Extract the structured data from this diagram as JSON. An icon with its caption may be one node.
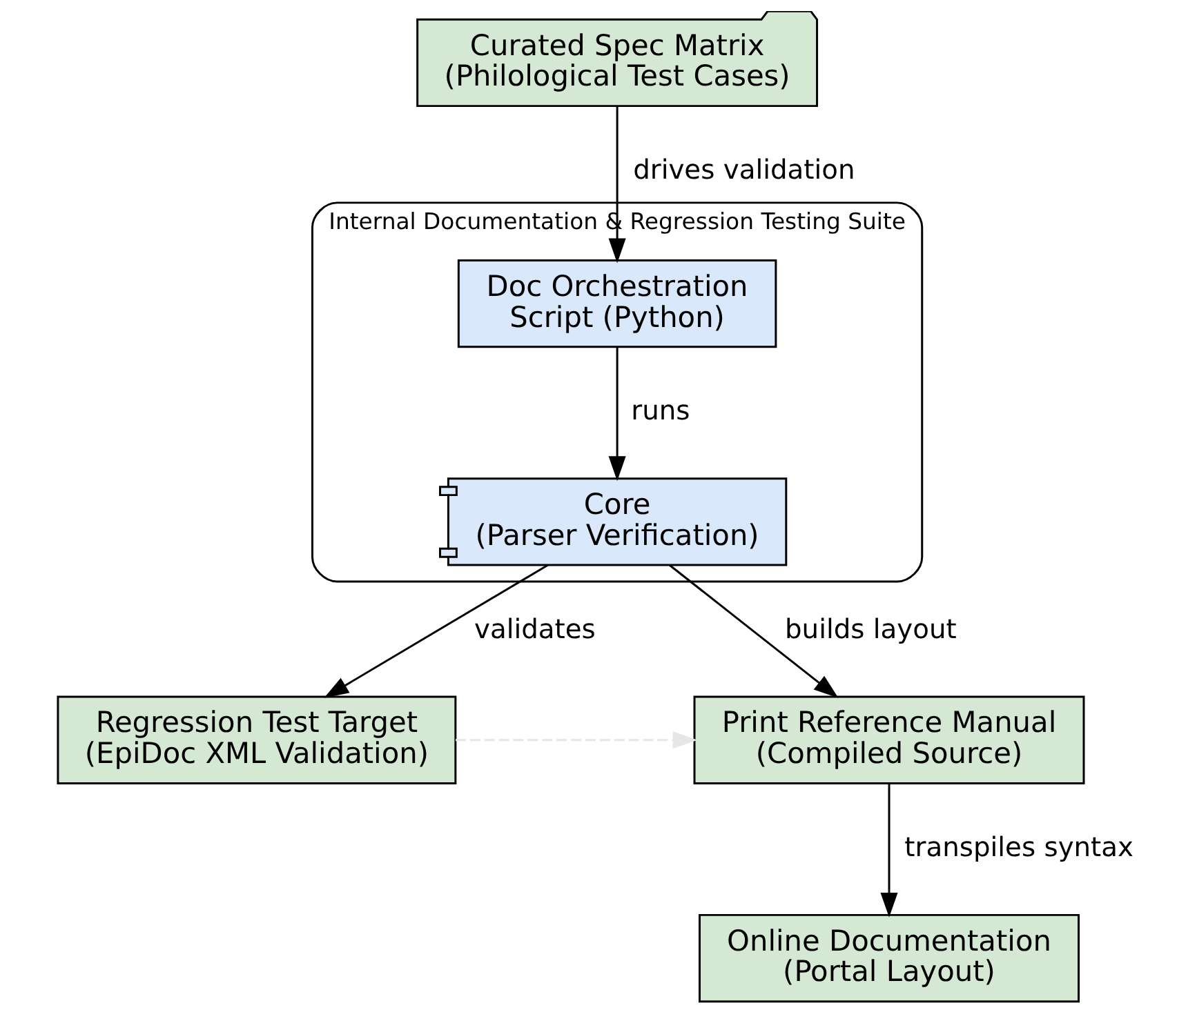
{
  "diagram": {
    "nodes": [
      {
        "text": [
          "Curated Spec Matrix",
          "(Philological Test Cases)"
        ]
      },
      {
        "text": [
          "Internal Documentation & Regression Testing Suite"
        ]
      },
      {
        "text": [
          "Doc Orchestration",
          "Script (Python)"
        ],
        "in": 1
      },
      {
        "text": [
          "Core",
          "(Parser Verification)"
        ],
        "in": 1
      },
      {
        "text": [
          "Regression Test Target",
          "(EpiDoc XML Validation)"
        ]
      },
      {
        "text": [
          "Print Reference Manual",
          "(Compiled Source)"
        ]
      },
      {
        "text": [
          "Online Documentation",
          "(Portal Layout)"
        ]
      }
    ],
    "edges": [
      {
        "from": 0,
        "to": 2,
        "arrow": "to",
        "label": "drives validation"
      },
      {
        "from": 2,
        "to": 3,
        "arrow": "to",
        "label": "runs"
      },
      {
        "from": 3,
        "to": 4,
        "arrow": "to",
        "label": "validates"
      },
      {
        "from": 3,
        "to": 5,
        "arrow": "to",
        "label": "builds layout"
      },
      {
        "from": 4,
        "to": 5,
        "arrow": "to",
        "style": "dashed",
        "color": "#e6e6e6"
      },
      {
        "from": 5,
        "to": 6,
        "arrow": "to",
        "label": "transpiles syntax"
      }
    ]
  }
}
